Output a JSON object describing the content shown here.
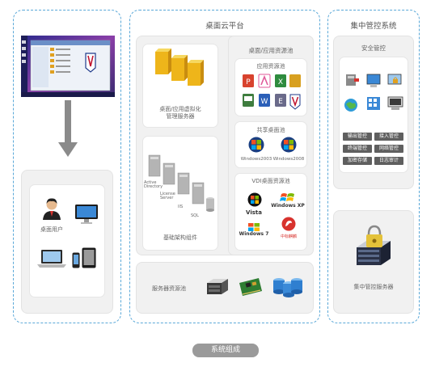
{
  "left": {
    "user_label": "桌面用户"
  },
  "cloud": {
    "title": "桌面云平台",
    "virtualization_server": "桌面/应用虚拟化\n管理服务器",
    "infra_components": "基础架构组件",
    "infra_sub": {
      "ad": "Active\nDirectory",
      "license": "License\nServer",
      "iis": "IIS",
      "sql": "SQL"
    },
    "resource_pool_title": "桌面/应用资源池",
    "app_pool_title": "应用资源池",
    "shared_pool_title": "共享桌面池",
    "shared_items": [
      "Windows2003",
      "Windows2008"
    ],
    "vdi_pool_title": "VDI桌面资源池",
    "vdi_items": [
      "Vista",
      "Windows XP",
      "Windows 7",
      "中标麒麟"
    ],
    "server_pool": "服务器资源池"
  },
  "mgmt": {
    "title": "集中管控系统",
    "security_title": "安全管控",
    "tags": [
      "输出管控",
      "接入管控",
      "终端管控",
      "网络管控",
      "加密存储",
      "日志审计"
    ],
    "server": "集中管控服务器"
  },
  "footer_button": "系统组成",
  "colors": {
    "dash": "#5aa8d8",
    "panel": "#f1f1f1",
    "tag": "#5f5f5f",
    "footer": "#9a9a9a"
  }
}
